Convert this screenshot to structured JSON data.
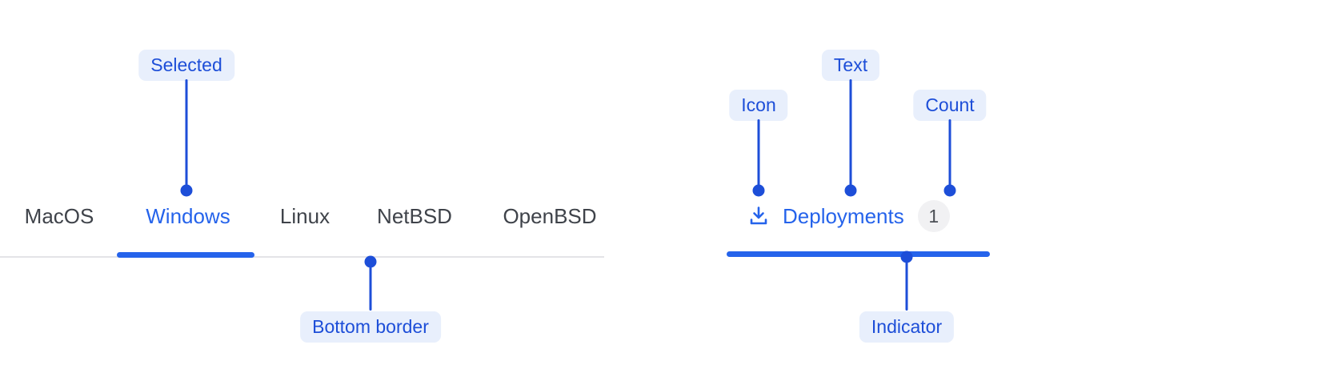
{
  "figure_title": "tabs-component-anatomy",
  "colors": {
    "accent_blue": "#2563eb",
    "callout_blue": "#1d4ed8",
    "pill_background": "#e8effc",
    "tab_text_gray": "#3f434a",
    "border_gray": "#e4e4e7",
    "badge_background": "#f1f1f3",
    "badge_text": "#4b4f55",
    "background": "#ffffff"
  },
  "left_tabs": {
    "items": [
      {
        "label": "MacOS",
        "selected": false
      },
      {
        "label": "Windows",
        "selected": true
      },
      {
        "label": "Linux",
        "selected": false
      },
      {
        "label": "NetBSD",
        "selected": false
      },
      {
        "label": "OpenBSD",
        "selected": false
      }
    ]
  },
  "right_tab": {
    "icon": "download-icon",
    "label": "Deployments",
    "count": "1"
  },
  "callouts": {
    "selected": "Selected",
    "bottom_border": "Bottom border",
    "icon": "Icon",
    "text": "Text",
    "count": "Count",
    "indicator": "Indicator"
  }
}
